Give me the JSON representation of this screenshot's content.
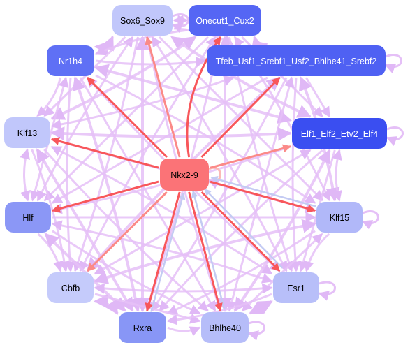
{
  "diagram": {
    "center_node": "nkx2_9",
    "nodes": [
      {
        "id": "nkx2_9",
        "label": "Nkx2-9",
        "color": "#fb7377",
        "text_color": "#000000"
      },
      {
        "id": "sox6_sox9",
        "label": "Sox6_Sox9",
        "color": "#c1c7fb",
        "text_color": "#000000"
      },
      {
        "id": "onecut1_cux2",
        "label": "Onecut1_Cux2",
        "color": "#5566f4",
        "text_color": "#ffffff"
      },
      {
        "id": "nr1h4",
        "label": "Nr1h4",
        "color": "#5f70f5",
        "text_color": "#ffffff"
      },
      {
        "id": "tfeb",
        "label": "Tfeb_Usf1_Srebf1_Usf2_Bhlhe41_Srebf2",
        "color": "#4f61f3",
        "text_color": "#ffffff"
      },
      {
        "id": "klf13",
        "label": "Klf13",
        "color": "#c1c7fb",
        "text_color": "#000000"
      },
      {
        "id": "elf",
        "label": "Elf1_Elf2_Etv2_Elf4",
        "color": "#3a4ef1",
        "text_color": "#ffffff"
      },
      {
        "id": "hlf",
        "label": "Hlf",
        "color": "#8b97f6",
        "text_color": "#000000"
      },
      {
        "id": "klf15",
        "label": "Klf15",
        "color": "#b1b8f9",
        "text_color": "#000000"
      },
      {
        "id": "cbfb",
        "label": "Cbfb",
        "color": "#c5cbfb",
        "text_color": "#000000"
      },
      {
        "id": "esr1",
        "label": "Esr1",
        "color": "#b8bff9",
        "text_color": "#000000"
      },
      {
        "id": "rxra",
        "label": "Rxra",
        "color": "#8896f6",
        "text_color": "#000000"
      },
      {
        "id": "bhlhe40",
        "label": "Bhlhe40",
        "color": "#b6bdf9",
        "text_color": "#000000"
      }
    ],
    "edge_colors": {
      "background": "#e5c0f7",
      "strong_out": "#f8575b",
      "medium_out": "#fb8a88",
      "incoming": "#c4cbf3"
    },
    "center_out_edges": [
      {
        "to": "nr1h4",
        "style": "strong_out"
      },
      {
        "to": "sox6_sox9",
        "style": "medium_out"
      },
      {
        "to": "onecut1_cux2",
        "style": "strong_out"
      },
      {
        "to": "tfeb",
        "style": "strong_out"
      },
      {
        "to": "elf",
        "style": "medium_out"
      },
      {
        "to": "klf13",
        "style": "strong_out"
      },
      {
        "to": "hlf",
        "style": "strong_out"
      },
      {
        "to": "klf15",
        "style": "strong_out"
      },
      {
        "to": "cbfb",
        "style": "medium_out"
      },
      {
        "to": "esr1",
        "style": "strong_out"
      },
      {
        "to": "rxra",
        "style": "strong_out"
      },
      {
        "to": "bhlhe40",
        "style": "strong_out"
      }
    ],
    "center_in_edges": [
      "rxra",
      "bhlhe40",
      "esr1",
      "klf15"
    ],
    "self_loops": [
      "sox6_sox9",
      "tfeb",
      "elf",
      "klf15",
      "esr1",
      "bhlhe40",
      "nkx2_9"
    ],
    "background_edges": [
      [
        "sox6_sox9",
        "nr1h4"
      ],
      [
        "sox6_sox9",
        "klf13"
      ],
      [
        "sox6_sox9",
        "hlf"
      ],
      [
        "sox6_sox9",
        "cbfb"
      ],
      [
        "sox6_sox9",
        "rxra"
      ],
      [
        "sox6_sox9",
        "bhlhe40"
      ],
      [
        "sox6_sox9",
        "esr1"
      ],
      [
        "sox6_sox9",
        "klf15"
      ],
      [
        "sox6_sox9",
        "elf"
      ],
      [
        "sox6_sox9",
        "tfeb"
      ],
      [
        "sox6_sox9",
        "onecut1_cux2"
      ],
      [
        "onecut1_cux2",
        "nr1h4"
      ],
      [
        "onecut1_cux2",
        "klf13"
      ],
      [
        "onecut1_cux2",
        "hlf"
      ],
      [
        "onecut1_cux2",
        "cbfb"
      ],
      [
        "onecut1_cux2",
        "rxra"
      ],
      [
        "onecut1_cux2",
        "bhlhe40"
      ],
      [
        "onecut1_cux2",
        "esr1"
      ],
      [
        "onecut1_cux2",
        "klf15"
      ],
      [
        "onecut1_cux2",
        "elf"
      ],
      [
        "onecut1_cux2",
        "tfeb"
      ],
      [
        "nr1h4",
        "klf13"
      ],
      [
        "nr1h4",
        "hlf"
      ],
      [
        "nr1h4",
        "cbfb"
      ],
      [
        "nr1h4",
        "rxra"
      ],
      [
        "nr1h4",
        "bhlhe40"
      ],
      [
        "nr1h4",
        "esr1"
      ],
      [
        "nr1h4",
        "klf15"
      ],
      [
        "nr1h4",
        "elf"
      ],
      [
        "nr1h4",
        "tfeb"
      ],
      [
        "tfeb",
        "klf13"
      ],
      [
        "tfeb",
        "hlf"
      ],
      [
        "tfeb",
        "cbfb"
      ],
      [
        "tfeb",
        "rxra"
      ],
      [
        "tfeb",
        "bhlhe40"
      ],
      [
        "tfeb",
        "esr1"
      ],
      [
        "tfeb",
        "klf15"
      ],
      [
        "tfeb",
        "elf"
      ],
      [
        "klf13",
        "hlf"
      ],
      [
        "klf13",
        "cbfb"
      ],
      [
        "klf13",
        "rxra"
      ],
      [
        "klf13",
        "bhlhe40"
      ],
      [
        "klf13",
        "esr1"
      ],
      [
        "klf13",
        "klf15"
      ],
      [
        "klf13",
        "elf"
      ],
      [
        "elf",
        "hlf"
      ],
      [
        "elf",
        "cbfb"
      ],
      [
        "elf",
        "rxra"
      ],
      [
        "elf",
        "bhlhe40"
      ],
      [
        "elf",
        "esr1"
      ],
      [
        "elf",
        "klf15"
      ],
      [
        "hlf",
        "cbfb"
      ],
      [
        "hlf",
        "rxra"
      ],
      [
        "hlf",
        "bhlhe40"
      ],
      [
        "hlf",
        "esr1"
      ],
      [
        "hlf",
        "klf15"
      ],
      [
        "klf15",
        "cbfb"
      ],
      [
        "klf15",
        "rxra"
      ],
      [
        "klf15",
        "bhlhe40"
      ],
      [
        "klf15",
        "esr1"
      ],
      [
        "cbfb",
        "rxra"
      ],
      [
        "cbfb",
        "bhlhe40"
      ],
      [
        "cbfb",
        "esr1"
      ],
      [
        "esr1",
        "rxra"
      ],
      [
        "esr1",
        "bhlhe40"
      ],
      [
        "rxra",
        "bhlhe40"
      ]
    ]
  }
}
